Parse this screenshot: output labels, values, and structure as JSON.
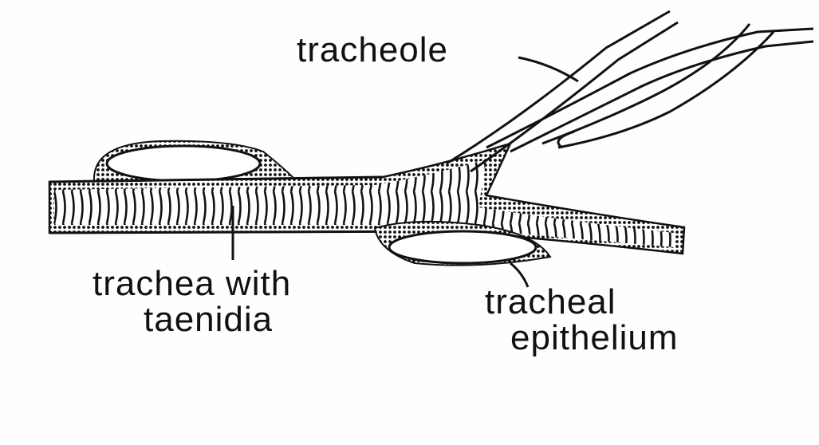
{
  "diagram": {
    "labels": {
      "tracheole": "tracheole",
      "trachea_line1": "trachea with",
      "trachea_line2": "taenidia",
      "epithelium_line1": "tracheal",
      "epithelium_line2": "epithelium"
    }
  },
  "colors": {
    "ink": "#111111",
    "paper": "#fefefe"
  }
}
